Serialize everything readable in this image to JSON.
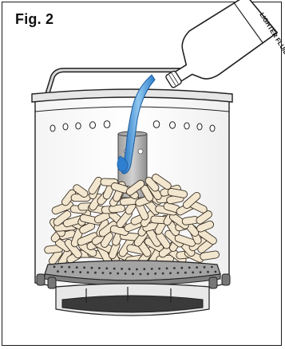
{
  "figure": {
    "label": "Fig. 2",
    "bottle_label": "LIGHTER FLUID"
  },
  "colors": {
    "outline": "#222222",
    "fluid": "#3d8fd6",
    "fluid_light": "#8fc6ef",
    "metal": "#b9b9b9",
    "metal_dark": "#8a8a8a",
    "grate": "#9a9a9a",
    "charcoal": "#f2e6cf"
  },
  "icons": {
    "bottle": "lighter-fluid-bottle",
    "chimney": "chimney-starter",
    "charcoal": "charcoal-briquettes"
  }
}
